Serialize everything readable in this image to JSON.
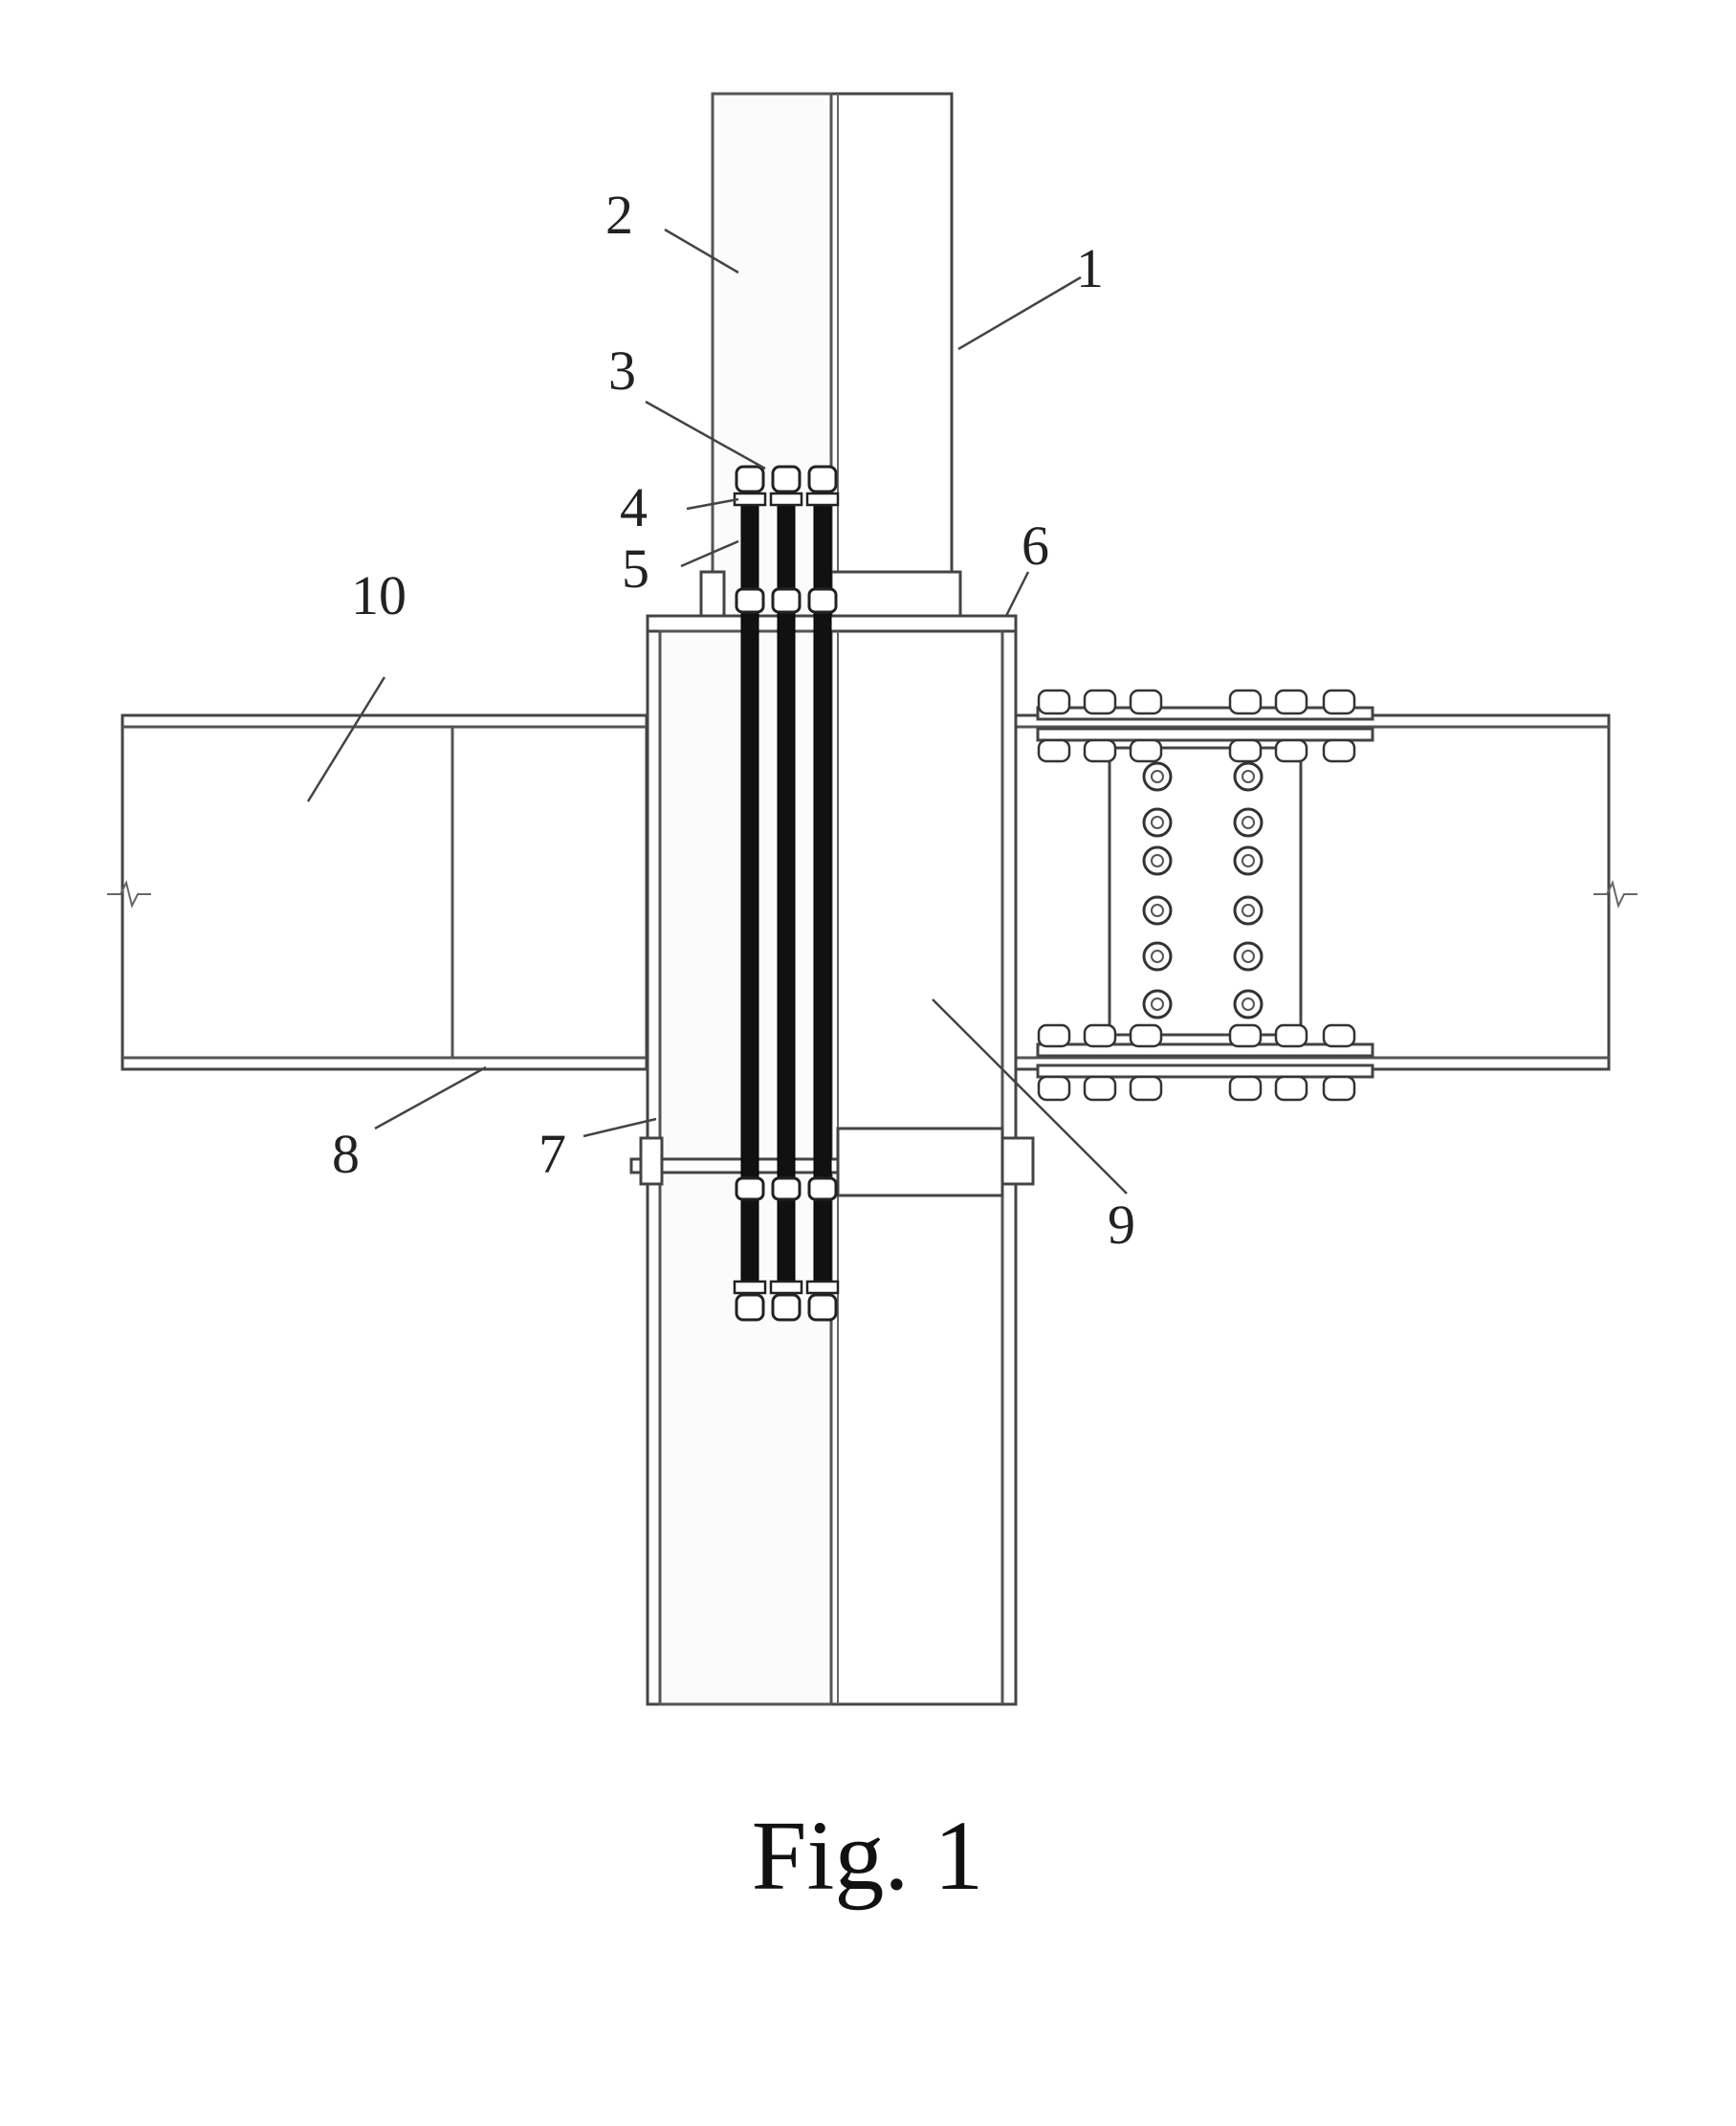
{
  "labels": {
    "l1": "1",
    "l2": "2",
    "l3": "3",
    "l4": "4",
    "l5": "5",
    "l6": "6",
    "l7": "7",
    "l8": "8",
    "l9": "9",
    "l10": "10"
  },
  "caption": "Fig. 1",
  "colors": {
    "line": "#555555",
    "bolt_rod": "#111111",
    "background": "#ffffff"
  }
}
